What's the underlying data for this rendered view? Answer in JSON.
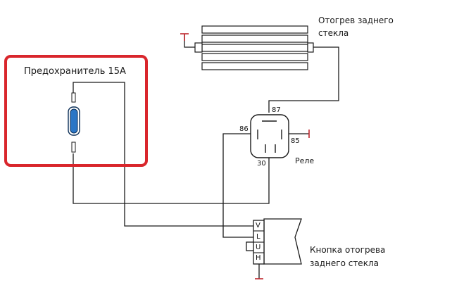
{
  "labels": {
    "heater_line1": "Отогрев заднего",
    "heater_line2": "стекла",
    "fuse": "Предохранитель 15А",
    "relay": "Реле",
    "button_line1": "Кнопка отогрева",
    "button_line2": "заднего стекла"
  },
  "relay_pins": {
    "p87": "87",
    "p86": "86",
    "p85": "85",
    "p30": "30"
  },
  "switch_pins": {
    "v": "V",
    "l": "L",
    "u": "U",
    "h": "H"
  },
  "colors": {
    "wire": "#1a1a1a",
    "highlight": "#d9262c",
    "ground": "#c0272d",
    "fuse_body": "#2a76c6",
    "fuse_outline": "#0c2f57"
  },
  "icons": {
    "ground": "ground-terminal-icon",
    "fuse": "fuse-icon",
    "relay": "relay-icon",
    "heater": "heater-grid-icon",
    "switch": "switch-icon"
  }
}
